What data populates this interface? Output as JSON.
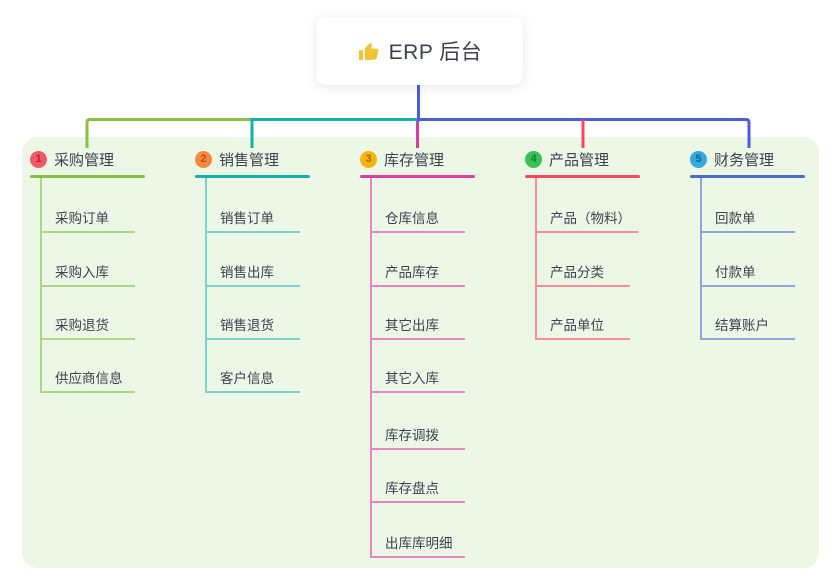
{
  "root": {
    "icon": "thumbs-up",
    "title": "ERP 后台"
  },
  "colors": {
    "page_bg": "#ffffff",
    "panel_bg": "#ecf7e5",
    "text": "#3d4253",
    "root_line": "#4a5fd6",
    "thumb_icon": "#f3c232"
  },
  "branches": [
    {
      "num": "1",
      "label": "采购管理",
      "badge_color": "#f25767",
      "num_color": "#a82533",
      "line_color": "#86c145",
      "child_line_color": "#abd684",
      "children": [
        "采购订单",
        "采购入库",
        "采购退货",
        "供应商信息"
      ]
    },
    {
      "num": "2",
      "label": "销售管理",
      "badge_color": "#f8893f",
      "num_color": "#b05312",
      "line_color": "#12b2a8",
      "child_line_color": "#7fd2cb",
      "children": [
        "销售订单",
        "销售出库",
        "销售退货",
        "客户信息"
      ]
    },
    {
      "num": "3",
      "label": "库存管理",
      "badge_color": "#f9b413",
      "num_color": "#a06c00",
      "line_color": "#d83e9e",
      "child_line_color": "#ea85c3",
      "children": [
        "仓库信息",
        "产品库存",
        "其它出库",
        "其它入库",
        "库存调拨",
        "库存盘点",
        "出库库明细"
      ]
    },
    {
      "num": "4",
      "label": "产品管理",
      "badge_color": "#39c158",
      "num_color": "#10813a",
      "line_color": "#f4495d",
      "child_line_color": "#f68e9b",
      "children": [
        "产品（物料）",
        "产品分类",
        "产品单位"
      ]
    },
    {
      "num": "5",
      "label": "财务管理",
      "badge_color": "#33a9de",
      "num_color": "#15618f",
      "line_color": "#4a6ccc",
      "child_line_color": "#8fa6dd",
      "children": [
        "回款单",
        "付款单",
        "结算账户"
      ]
    }
  ]
}
